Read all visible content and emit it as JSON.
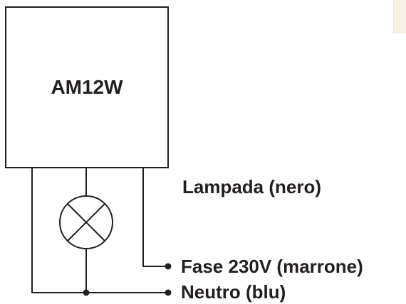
{
  "module": {
    "name": "AM12W"
  },
  "terminals": {
    "lamp": "Lampada (nero)",
    "phase": "Fase 230V (marrone)",
    "neutral": "Neutro (blu)"
  },
  "colors": {
    "ink": "#231f20",
    "background": "#ffffff"
  },
  "icons": {
    "lamp_symbol": "lamp-cross-circle-icon"
  }
}
